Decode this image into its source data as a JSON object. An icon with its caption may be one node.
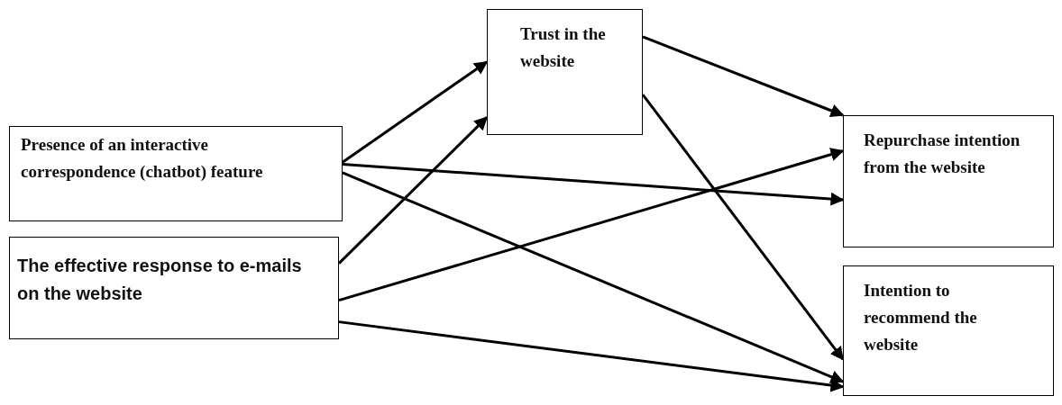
{
  "diagram": {
    "nodes": [
      {
        "text": [
          "Trust in the website"
        ]
      },
      {
        "text": [
          "Presence of an interactive correspondence (chatbot) feature"
        ]
      },
      {
        "text": [
          "The effective response to e-mails on the website"
        ]
      },
      {
        "text": [
          "Repurchase intention from the website"
        ]
      },
      {
        "text": [
          "Intention to recommend the website"
        ]
      }
    ],
    "edges": [
      {
        "from": 1,
        "to": 0,
        "arrow": "to"
      },
      {
        "from": 1,
        "to": 3,
        "arrow": "to"
      },
      {
        "from": 1,
        "to": 4,
        "arrow": "to"
      },
      {
        "from": 2,
        "to": 0,
        "arrow": "to"
      },
      {
        "from": 2,
        "to": 3,
        "arrow": "to"
      },
      {
        "from": 2,
        "to": 4,
        "arrow": "to"
      },
      {
        "from": 0,
        "to": 3,
        "arrow": "to"
      },
      {
        "from": 0,
        "to": 4,
        "arrow": "to"
      }
    ]
  }
}
